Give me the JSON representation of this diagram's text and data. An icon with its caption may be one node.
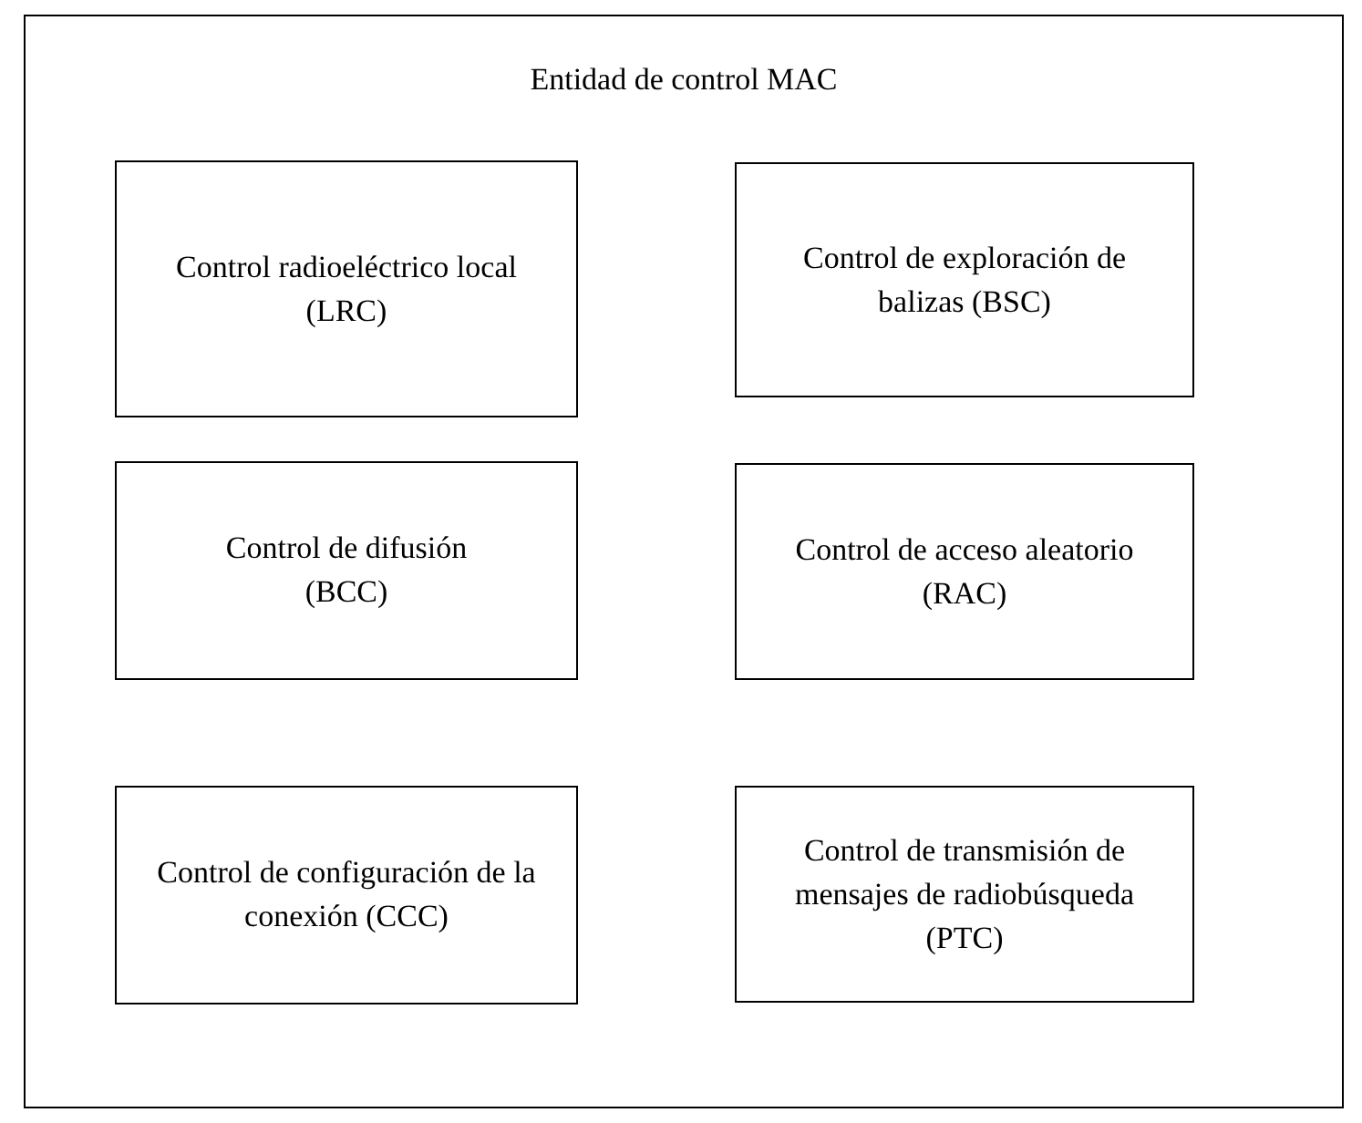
{
  "diagram": {
    "nodes": [
      {
        "text": [
          "Entidad de control MAC"
        ]
      },
      {
        "text": [
          "Control radioeléctrico local (LRC)"
        ],
        "in": 0
      },
      {
        "text": [
          "Control de exploración de balizas (BSC)"
        ],
        "in": 0
      },
      {
        "text": [
          "Control de difusión (BCC)"
        ],
        "in": 0
      },
      {
        "text": [
          "Control de acceso aleatorio (RAC)"
        ],
        "in": 0
      },
      {
        "text": [
          "Control de configuración de la conexión (CCC)"
        ],
        "in": 0
      },
      {
        "text": [
          "Control de transmisión de mensajes de radiobúsqueda (PTC)"
        ],
        "in": 0
      }
    ]
  }
}
